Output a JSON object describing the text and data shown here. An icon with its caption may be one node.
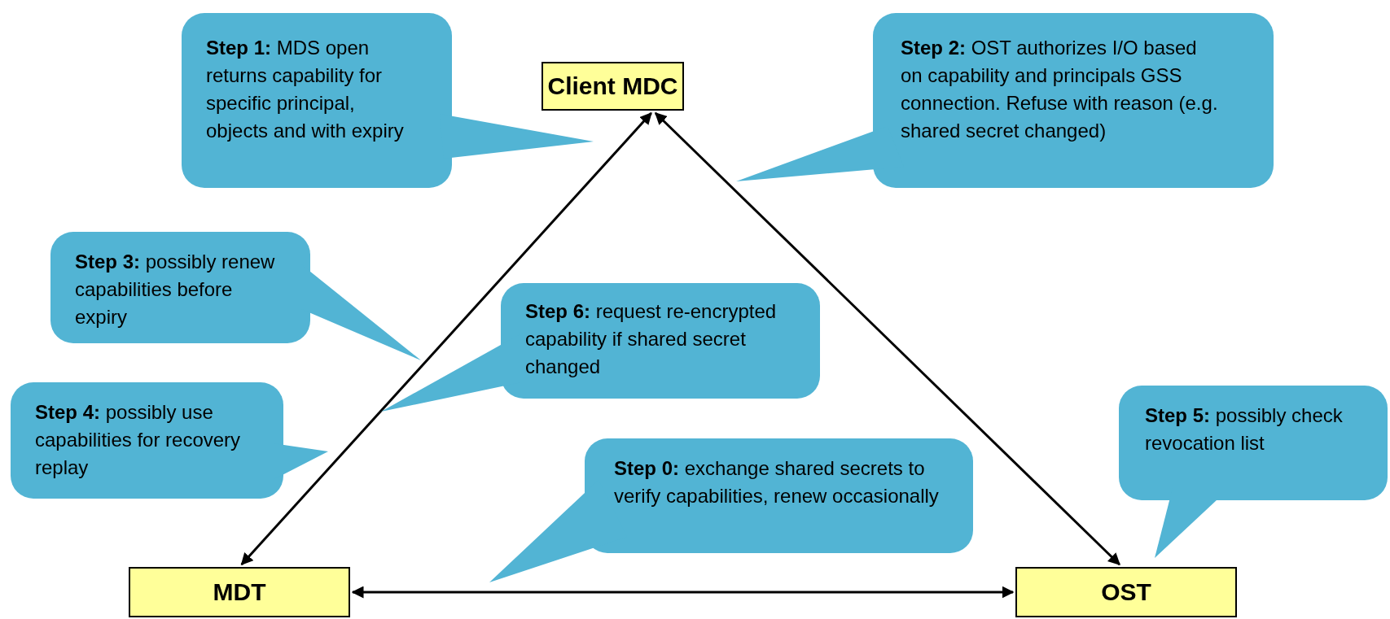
{
  "diagram": {
    "nodes": [
      {
        "text": [
          "Client MDC"
        ]
      },
      {
        "text": [
          "MDT"
        ]
      },
      {
        "text": [
          "OST"
        ]
      },
      {
        "text": [
          "**Step 1:** MDS open returns capability for specific principal, objects and with expiry"
        ]
      },
      {
        "text": [
          "**Step 2:** OST authorizes I/O based on capability and principals GSS connection. Refuse with reason (e.g. shared secret changed)"
        ]
      },
      {
        "text": [
          "**Step 3:** possibly renew capabilities before expiry"
        ]
      },
      {
        "text": [
          "**Step 6:** request re-encrypted capability if shared secret changed"
        ]
      },
      {
        "text": [
          "**Step 4:** possibly use capabilities for recovery replay"
        ]
      },
      {
        "text": [
          "**Step 5:** possibly check revocation list"
        ]
      },
      {
        "text": [
          "**Step 0:** exchange shared secrets to verify capabilities, renew occasionally"
        ]
      }
    ],
    "edges": [
      {
        "from": 0,
        "to": 1,
        "arrow": "both"
      },
      {
        "from": 0,
        "to": 2,
        "arrow": "both"
      },
      {
        "from": 1,
        "to": 2,
        "arrow": "both"
      }
    ]
  }
}
